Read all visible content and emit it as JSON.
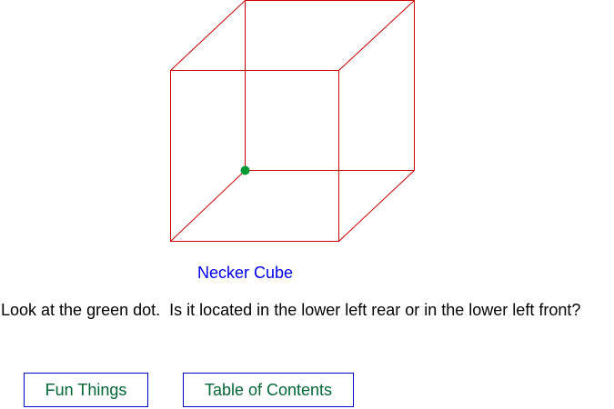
{
  "figure": {
    "caption": "Necker Cube",
    "edge_color": "#cc0000",
    "dot_color": "#009933"
  },
  "question": "Look at the green dot.  Is it located in the lower left rear or in the lower left front?",
  "nav": {
    "fun_things_label": "Fun Things",
    "toc_label": "Table of Contents",
    "link_color": "#006633",
    "border_color": "#0000cc"
  }
}
